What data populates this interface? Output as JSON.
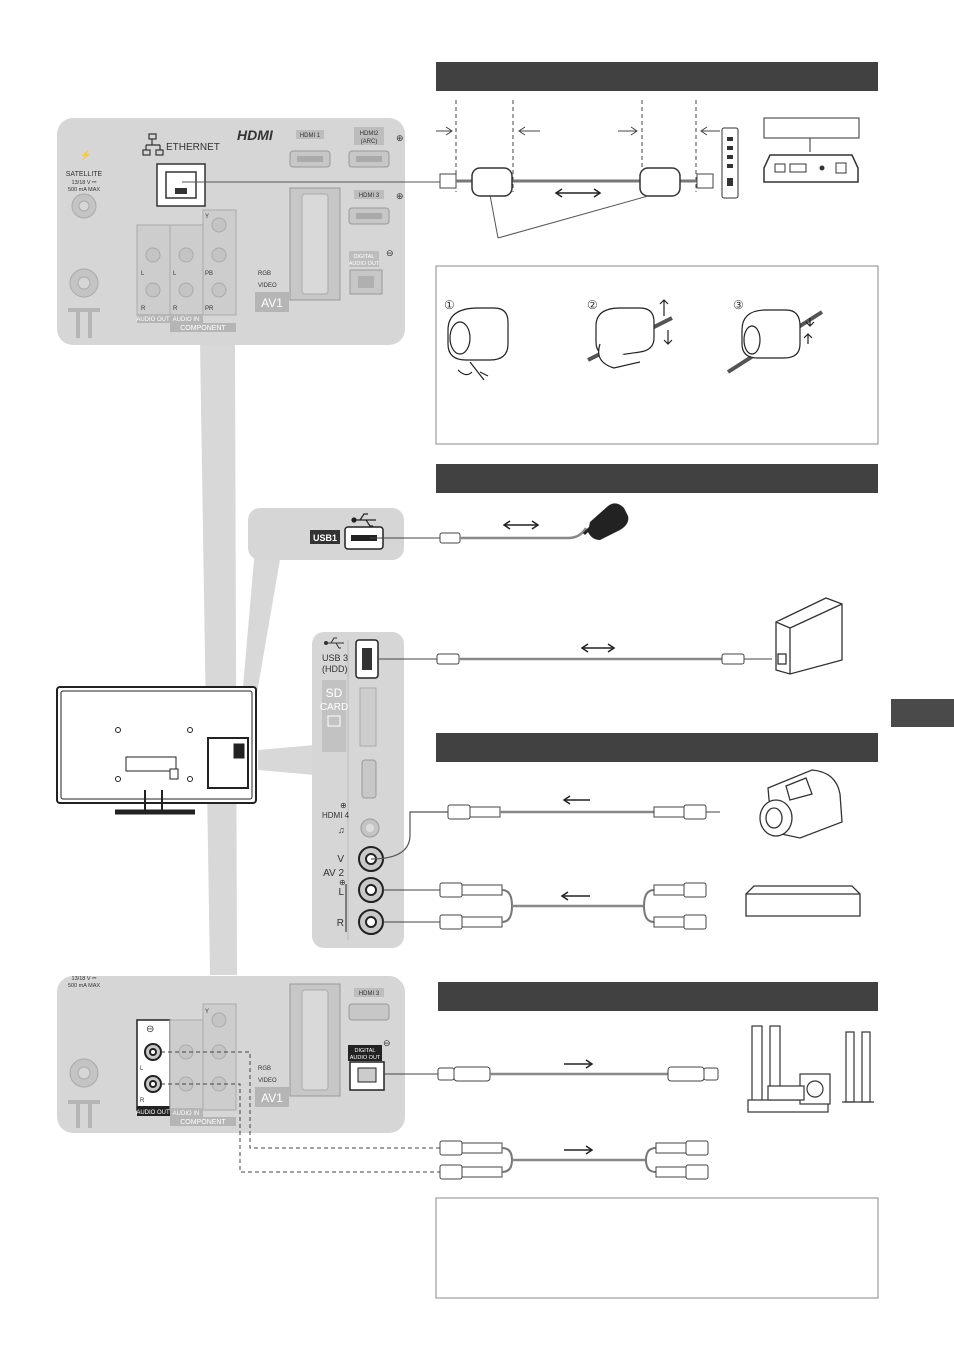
{
  "labels": {
    "ethernet": "ETHERNET",
    "hdmi_logo": "HDMI",
    "hdmi1": "HDMI 1",
    "hdmi2": "HDMI2",
    "arc": "(ARC)",
    "hdmi3": "HDMI 3",
    "satellite": "SATELLITE",
    "satellite_voltage": "13/18 V ⎓",
    "satellite_current": "500 mA MAX",
    "audio_out": "AUDIO OUT",
    "audio_in": "AUDIO IN",
    "component": "COMPONENT",
    "av1": "AV1",
    "rgb": "RGB",
    "video": "VIDEO",
    "digital": "DIGITAL",
    "digital_audio_out": "AUDIO OUT",
    "y": "Y",
    "pb": "PB",
    "pr": "PR",
    "l": "L",
    "r": "R",
    "usb1": "USB1",
    "usb3": "USB 3",
    "hdd": "(HDD)",
    "sd": "SD",
    "card": "CARD",
    "hdmi4": "HDMI 4",
    "v": "V",
    "av2": "AV 2",
    "satellite_bottom_voltage": "13/18 V ⎓",
    "satellite_bottom_current": "500 mA MAX"
  },
  "colors": {
    "panel": "#d6d6d6",
    "panel_dark": "#b9b9b9",
    "header_bar": "#414141",
    "tab": "#4a4a4a",
    "line": "#6a6a6a"
  },
  "icons": {
    "network": "network-icon",
    "usb": "usb-icon",
    "headphone": "headphone-icon",
    "input_arrow": "input-arrow-icon",
    "output_arrow": "output-arrow-icon"
  }
}
